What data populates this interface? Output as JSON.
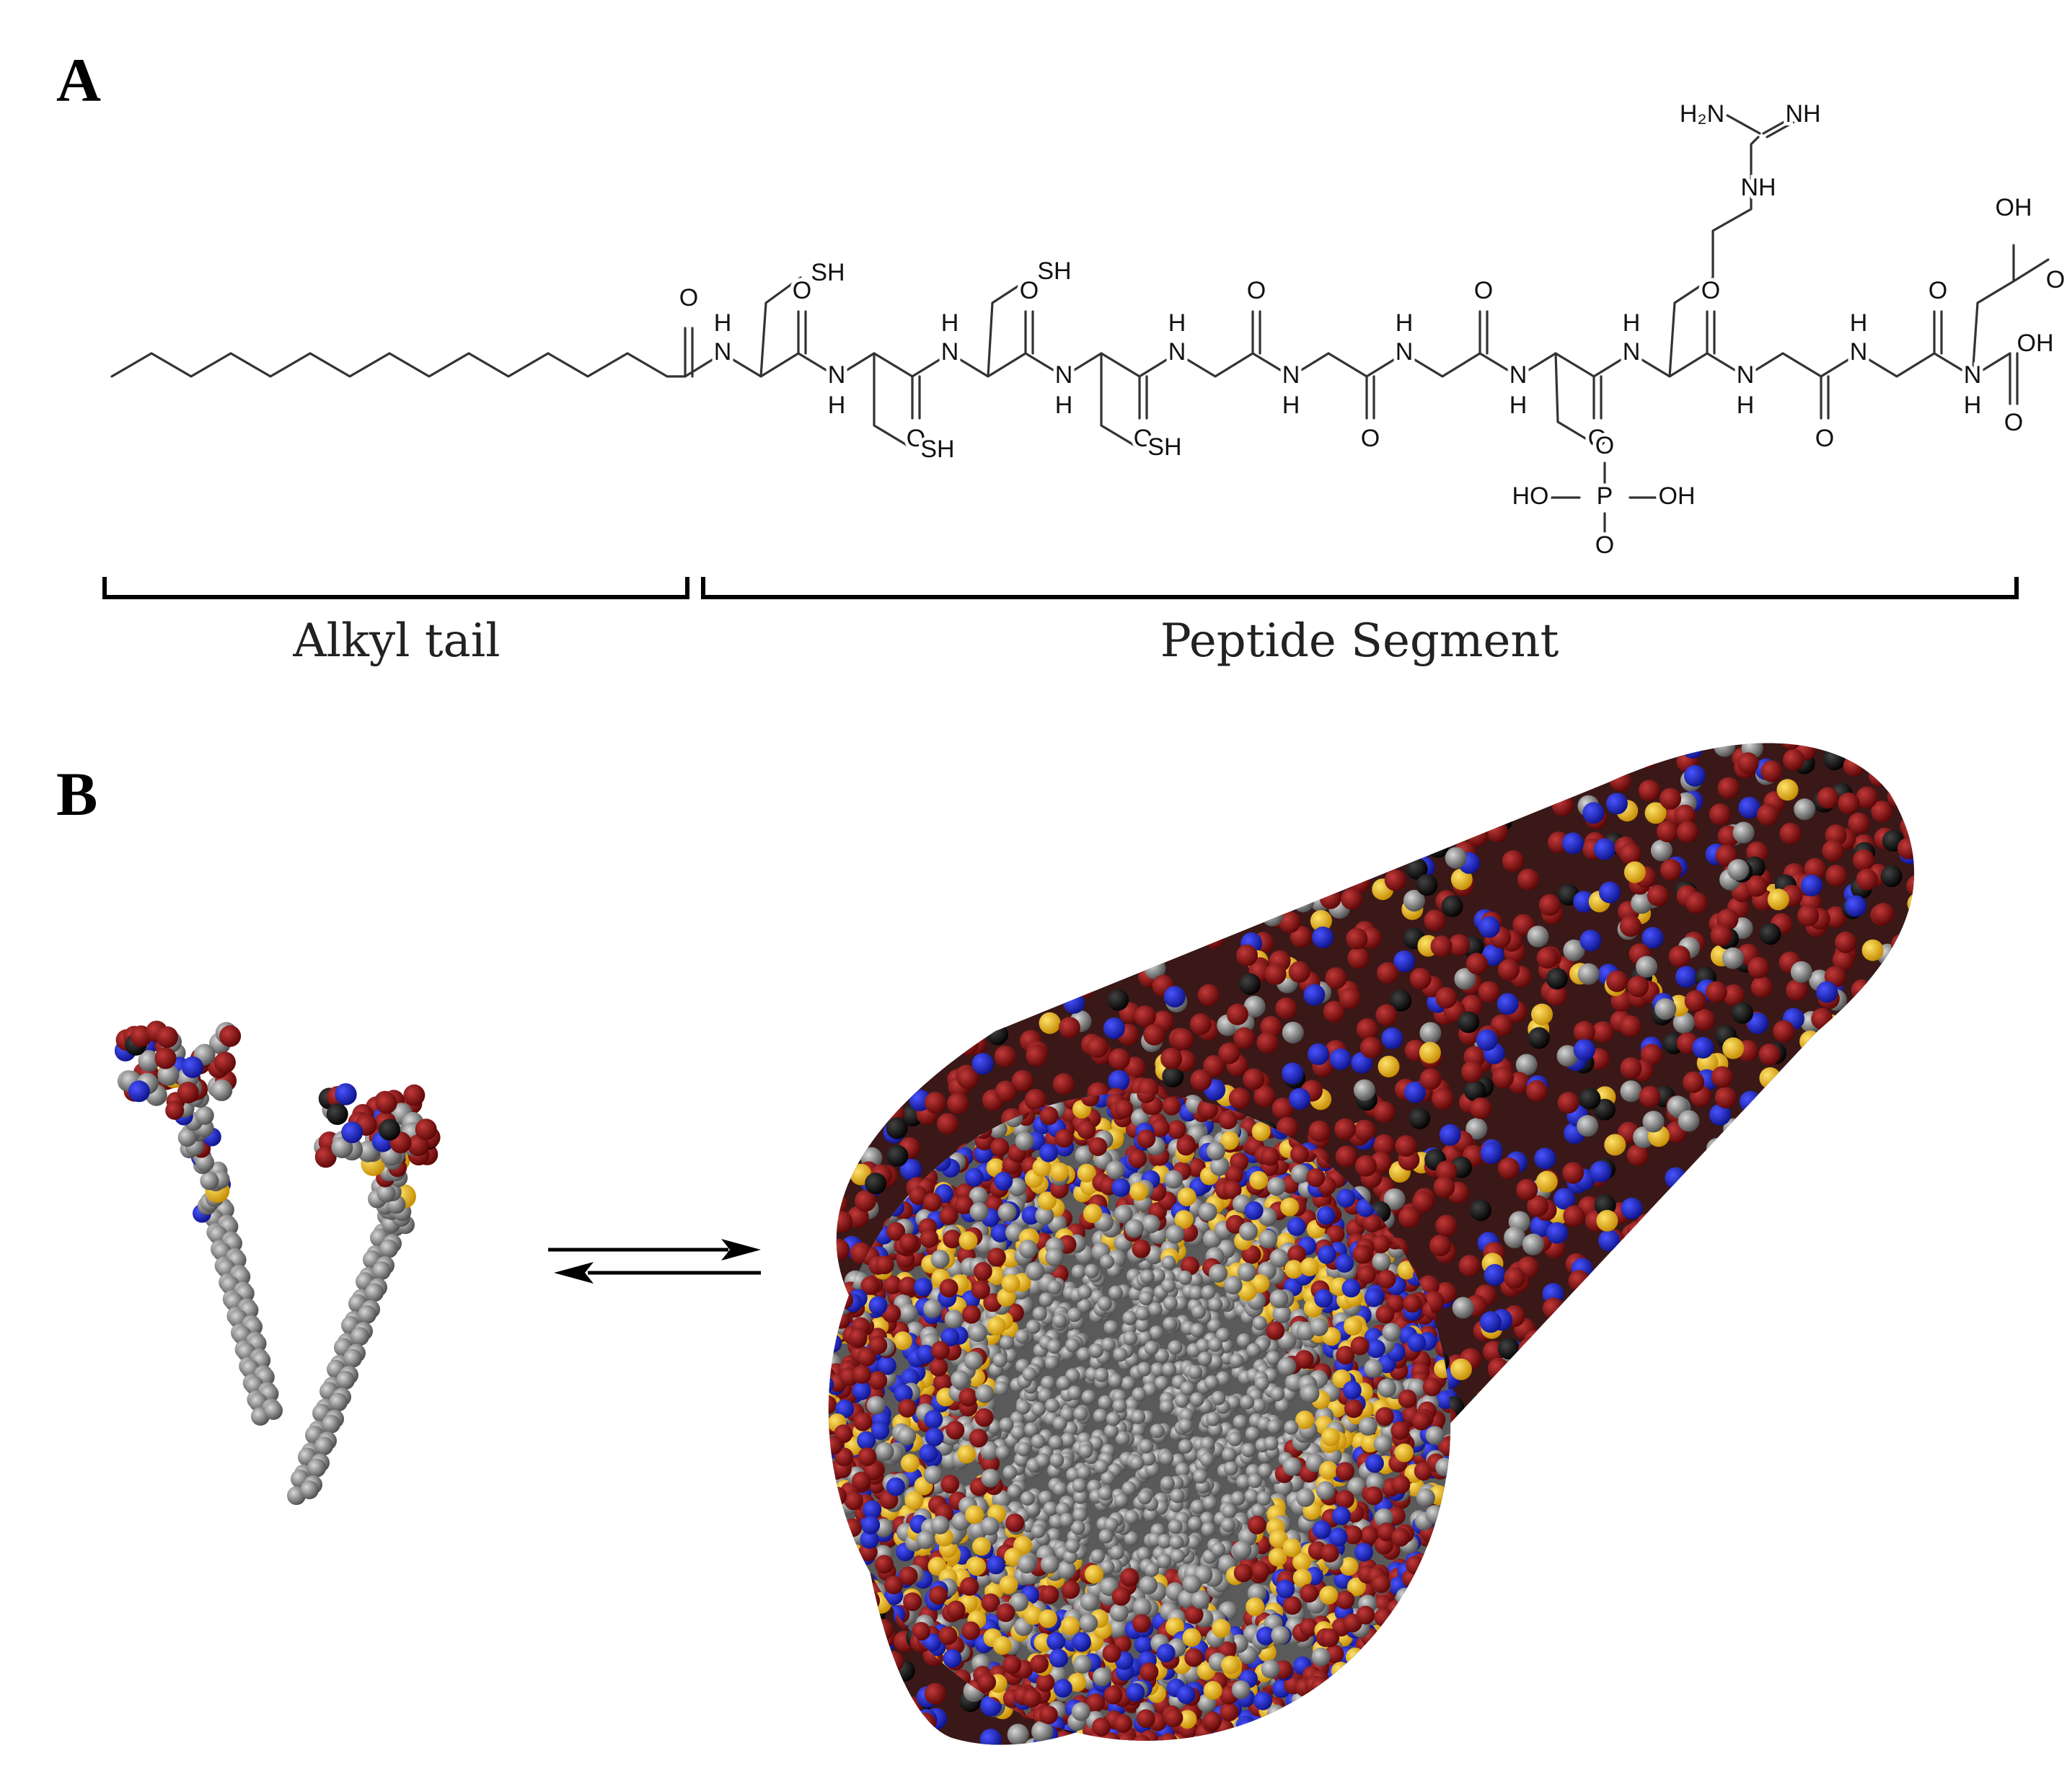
{
  "panels": {
    "a_label": "A",
    "b_label": "B"
  },
  "brackets": {
    "alkyl": "Alkyl tail",
    "peptide": "Peptide Segment"
  },
  "atoms": {
    "o": "O",
    "n": "N",
    "h": "H",
    "sh": "SH",
    "oh": "OH",
    "ho": "HO",
    "p": "P",
    "nh": "NH",
    "h2n": "H₂N"
  },
  "colors": {
    "carbon": "#7a7a7a",
    "oxygen": "#8b0a0a",
    "nitrogen": "#1a22c8",
    "sulfur": "#f2b90f",
    "dark": "#111111"
  }
}
